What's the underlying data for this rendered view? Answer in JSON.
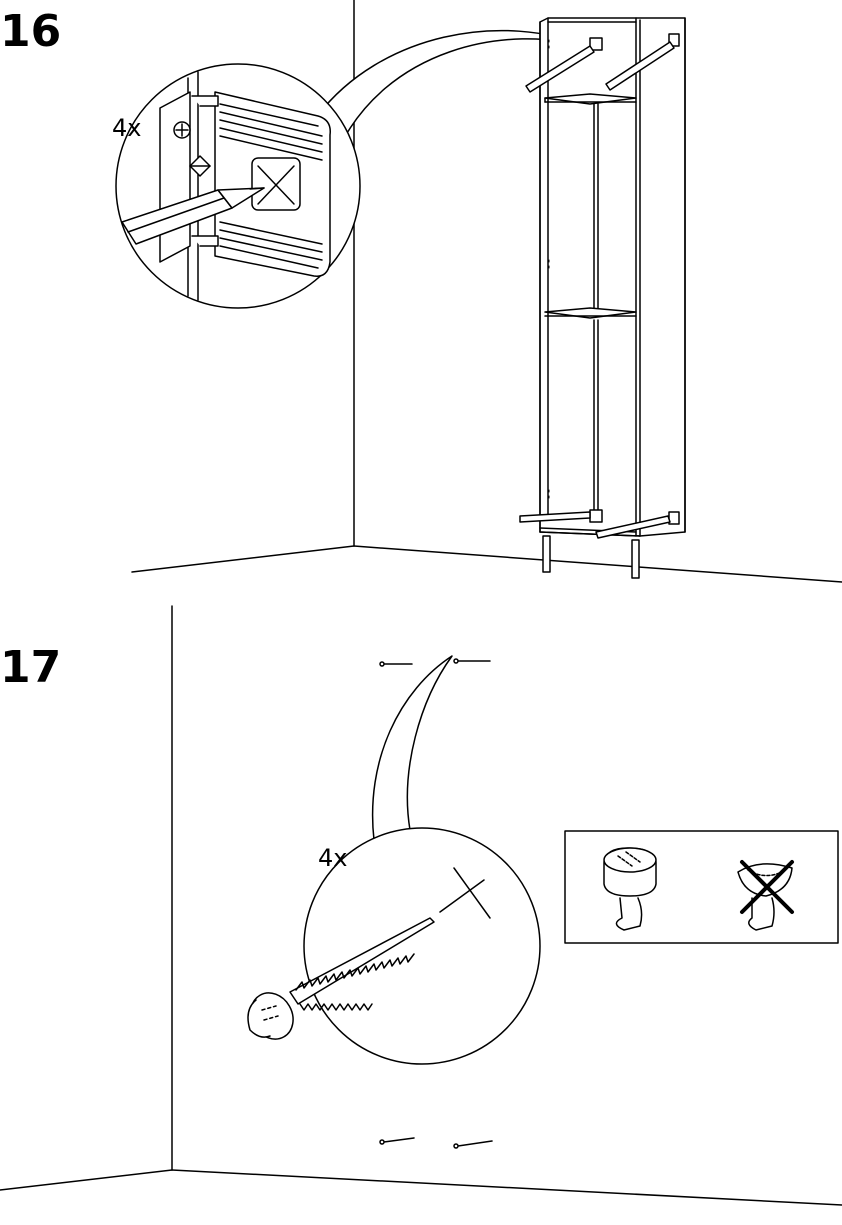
{
  "steps": [
    {
      "number": "16",
      "quantity_label": "4x"
    },
    {
      "number": "17",
      "quantity_label": "4x"
    }
  ],
  "colors": {
    "line": "#000000",
    "background": "#ffffff"
  },
  "icons": {
    "step16": [
      "pencil-icon",
      "wall-bracket-icon",
      "cabinet-icon"
    ],
    "step17": [
      "screw-icon",
      "correct-screw-head-icon",
      "wrong-screw-head-icon"
    ]
  }
}
